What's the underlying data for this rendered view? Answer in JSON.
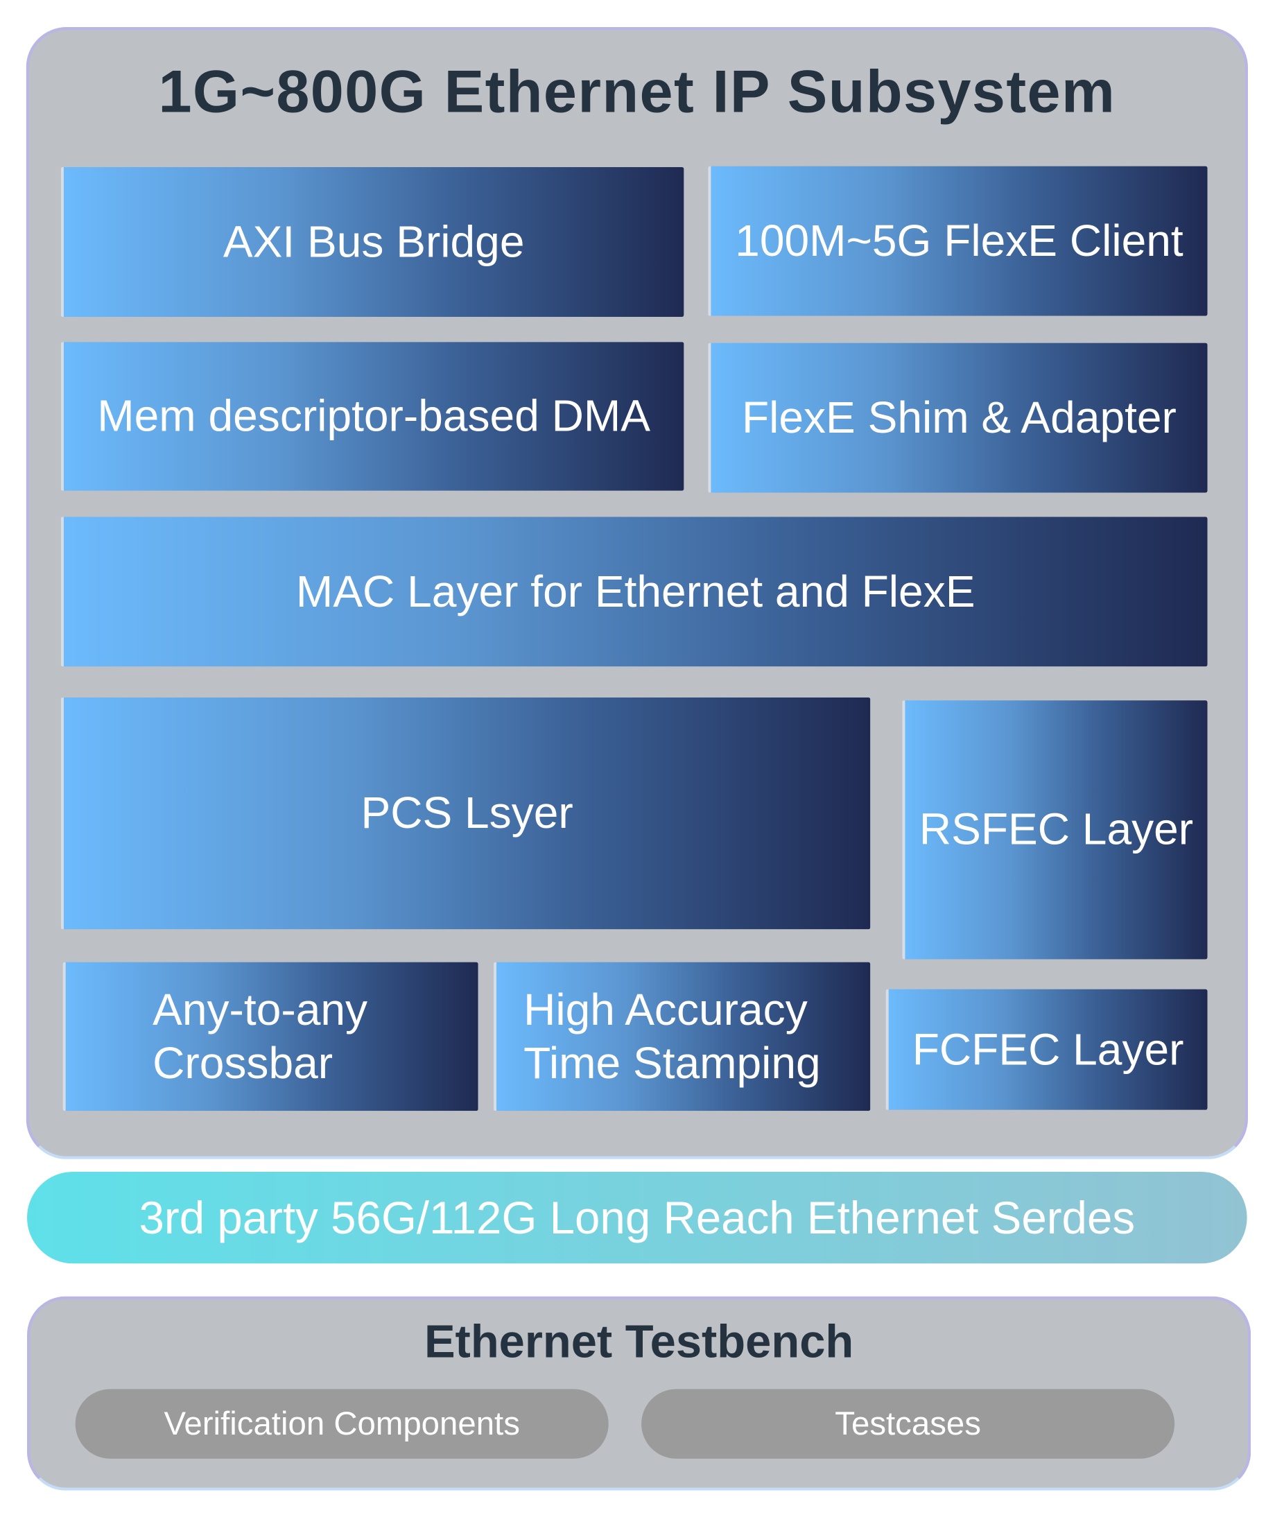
{
  "title": "1G~800G Ethernet IP Subsystem",
  "blocks": {
    "axi": "AXI Bus Bridge",
    "flexe_client": "100M~5G FlexE Client",
    "dma": "Mem descriptor-based DMA",
    "flexe_shim": "FlexE Shim & Adapter",
    "mac": "MAC Layer for Ethernet and FlexE",
    "pcs": "PCS Lsyer",
    "rsfec": "RSFEC Layer",
    "crossbar_line1": "Any-to-any",
    "crossbar_line2": "Crossbar",
    "timestamp_line1": "High Accuracy",
    "timestamp_line2": "Time Stamping",
    "fcfec": "FCFEC Layer"
  },
  "serdes": "3rd party 56G/112G Long Reach Ethernet Serdes",
  "testbench": {
    "title": "Ethernet Testbench",
    "items": [
      "Verification Components",
      "Testcases"
    ]
  },
  "colors": {
    "gradient_start": "#6cbafc",
    "gradient_end": "#1f2a52",
    "serdes_start": "#5fe0e9",
    "serdes_end": "#92c3d3",
    "panel": "#bdc0c4"
  }
}
